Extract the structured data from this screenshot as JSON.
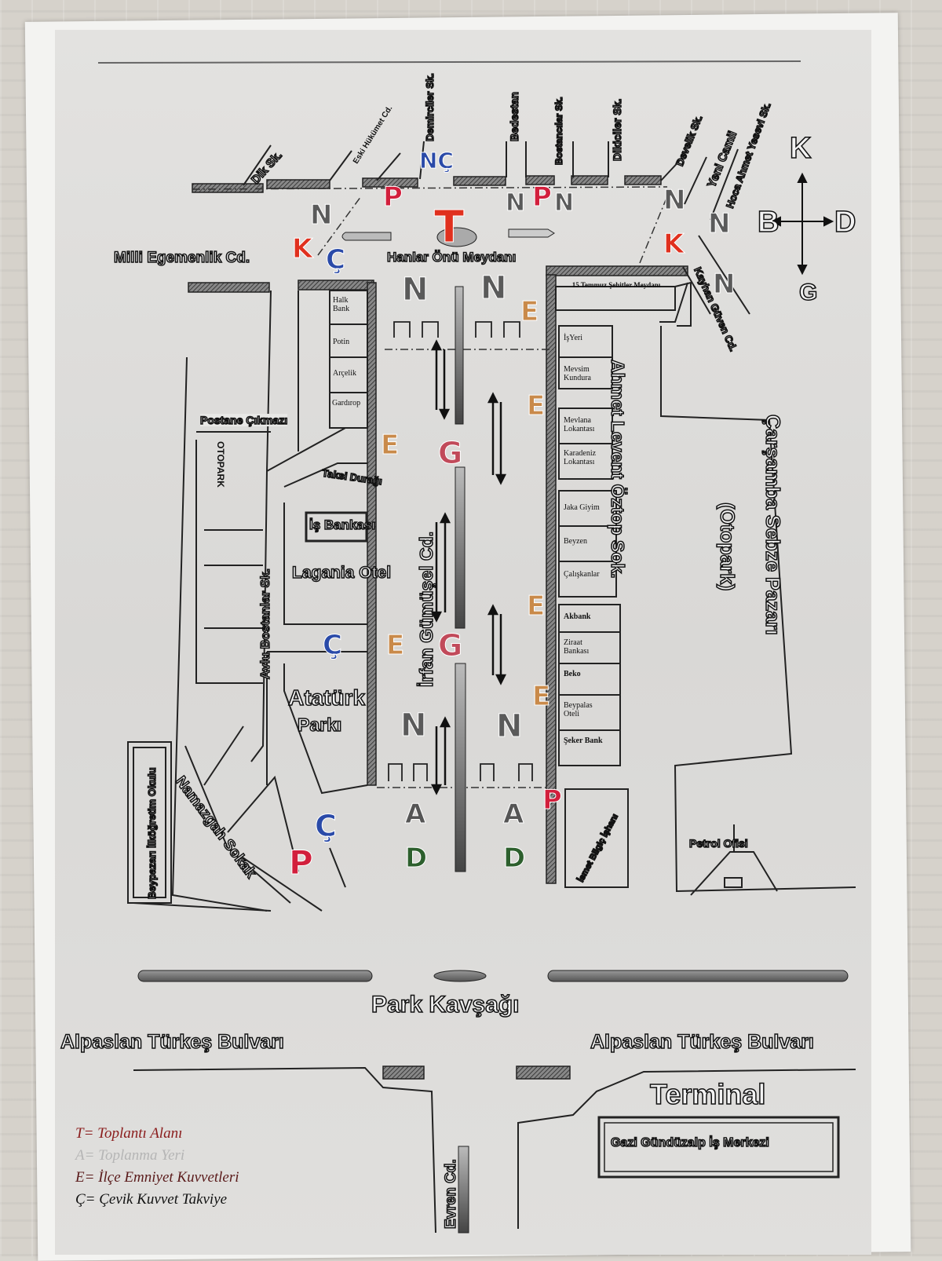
{
  "streets": {
    "dik": "Dik Sk.",
    "eski_hukumet": "Eski Hükümet Cd.",
    "demirciler": "Demirciler Sk.",
    "bedestan": "Bedestan",
    "bostancilar": "Bostancılar Sk.",
    "dikiciler": "Dikiciler Sk.",
    "develik": "Develik Sk.",
    "yeni_camii": "Yeni Camii",
    "hoca_ahmet": "Hoca Ahmet Yesevi Sk.",
    "milli_egemenlik": "Milli Egemenlik Cd.",
    "hanlar_onu": "Hanlar Önü Meydanı",
    "kayhan_guven": "Kayhan Güven Cd.",
    "postane": "Postane Çıkmazı",
    "avlu_bostanlar": "Avlu Bostanlar Sk.",
    "irfan_gumusel": "İrfan Gümüşel Cd.",
    "ahmet_levent": "Ahmet Levent Öztop Sok.",
    "carsamba": "Çarşamba Sebze Pazarı",
    "otopark_paren": "(Otopark)",
    "namazgah": "Namazgah Sokak",
    "park_kavsagi": "Park Kavşağı",
    "alpaslan_left": "Alpaslan Türkeş Bulvarı",
    "alpaslan_right": "Alpaslan Türkeş Bulvarı",
    "evren": "Evren Cd."
  },
  "places": {
    "temmuz": "15 Temmuz Şehitler Meydanı",
    "halk_bank": "Halk Bank",
    "potin": "Potin",
    "arcelik": "Arçelik",
    "gardirop": "Gardırop",
    "taksi": "Taksi Durağı",
    "is_bankasi": "İş Bankası",
    "lagania": "Lagania Otel",
    "ataturk": "Atatürk",
    "parki": "Parkı",
    "otopark": "OTOPARK",
    "beypazari_okul": "Beypazarı İlköğretim Okulu",
    "isyeri": "İşYeri",
    "mevsim": "Mevsim Kundura",
    "mevlana": "Mevlana Lokantası",
    "karadeniz": "Karadeniz Lokantası",
    "jaka": "Jaka Giyim",
    "beyzen": "Beyzen",
    "caliskanlar": "Çalışkanlar",
    "akbank": "Akbank",
    "ziraat": "Ziraat Bankası",
    "beko": "Beko",
    "beypalas": "Beypalas Oteli",
    "seker": "Şeker Bank",
    "ismet": "İsmet Bilgiç İşhanı",
    "petrol": "Petrol Ofisi",
    "terminal": "Terminal",
    "gazi": "Gazi Gündüzalp İş Merkezi"
  },
  "compass": {
    "k": "K",
    "b": "B",
    "d": "D",
    "g": "G"
  },
  "markers": {
    "T": "T",
    "N": "N",
    "P": "P",
    "K": "K",
    "C": "Ç",
    "NC": "NÇ",
    "E": "E",
    "G": "G",
    "A": "A",
    "D": "D"
  },
  "colors": {
    "N": "#5a5a5a",
    "P": "#d21f3c",
    "K": "#e0301e",
    "C": "#2a4aa8",
    "E": "#c98a4a",
    "G": "#c14a5a",
    "D": "#2d5f2d",
    "T": "#e0301e",
    "A": "#555555"
  },
  "legend": {
    "t": "T= Toplantı Alanı",
    "a": "A= Toplanma Yeri",
    "e": "E= İlçe Emniyet Kuvvetleri",
    "c": "Ç= Çevik Kuvvet Takviye"
  }
}
